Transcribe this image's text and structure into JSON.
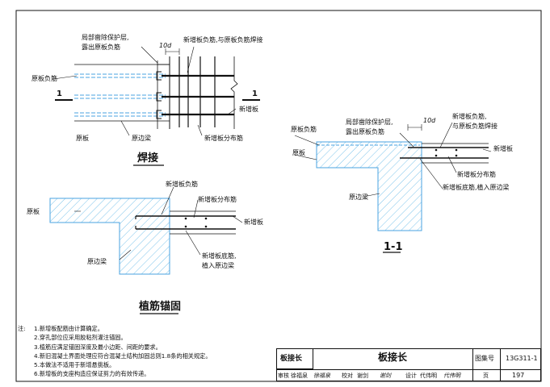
{
  "drawings": {
    "welding": {
      "title": "焊接",
      "labels": {
        "remove_cover": "局部凿除保护层,",
        "expose_bar": "露出原板负筋",
        "lap_10d": "10d",
        "new_top_bar": "新增板负筋,与原板负筋焊接",
        "orig_top_bar": "原板负筋",
        "section_left": "1",
        "section_right": "1",
        "new_slab": "新增板",
        "orig_slab": "原板",
        "orig_beam": "原边梁",
        "new_dist_bar": "新增板分布筋"
      }
    },
    "anchor": {
      "title": "植筋锚固",
      "labels": {
        "new_top_bar": "新增板负筋",
        "new_dist_bar": "新增板分布筋",
        "orig_slab": "原板",
        "new_slab": "新增板",
        "new_bottom_bar_1": "新增板底筋,",
        "new_bottom_bar_2": "植入原边梁",
        "orig_beam": "原边梁"
      }
    },
    "section": {
      "title": "1-1",
      "labels": {
        "remove_cover": "局部凿除保护层,",
        "expose_bar": "露出原板负筋",
        "lap_10d": "10d",
        "new_top_bar_1": "新增板负筋,",
        "new_top_bar_2": "与原板负筋焊接",
        "orig_top_bar": "原板负筋",
        "new_slab": "新增板",
        "orig_slab": "原板",
        "new_dist_bar": "新增板分布筋",
        "new_bottom_bar": "新增板底筋,植入原边梁",
        "orig_beam": "原边梁"
      }
    }
  },
  "notes": {
    "label": "注:",
    "items": [
      "1.新增板配筋由计算确定。",
      "2.穿孔部位应采用胶粘剂灌注锚固。",
      "3.植筋应满足锚固深度及最小边距、间距的要求。",
      "4.新旧混凝土界面处理应符合混凝土结构加固总则1.8条的相关规定。",
      "5.本做法不适用于新增悬挑板。",
      "6.新增板的支座构造应保证剪力的有效传递。"
    ]
  },
  "title_block": {
    "left_title": "板接长",
    "main_title": "板接长",
    "atlas_label": "图集号",
    "atlas_no": "13G311-1",
    "review_label": "审核",
    "review_name": "徐福泉",
    "review_sign": "徐福泉",
    "check_label": "校对",
    "check_name": "谢剑",
    "check_sign": "谢剑",
    "design_label": "设计",
    "design_name": "代伟明",
    "design_sign": "代伟明",
    "page_label": "页",
    "page_no": "197"
  }
}
